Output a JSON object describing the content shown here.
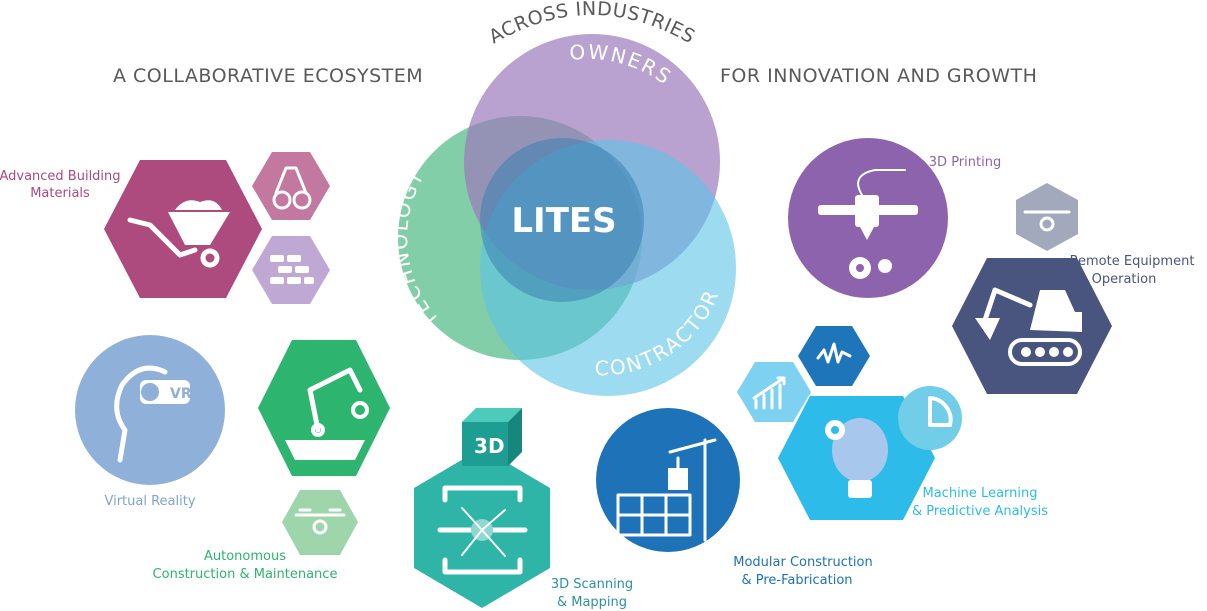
{
  "headings": {
    "left": "A COLLABORATIVE ECOSYSTEM",
    "top": "ACROSS INDUSTRIES",
    "right": "FOR INNOVATION AND GROWTH"
  },
  "venn": {
    "center": "LITES",
    "circles": [
      {
        "label": "TECHNOLOGY",
        "color": "#6cc59a"
      },
      {
        "label": "OWNERS",
        "color": "#9b7bbb"
      },
      {
        "label": "CONTRACTORS",
        "color": "#5cc3e8"
      }
    ]
  },
  "items": [
    {
      "label1": "Advanced Building",
      "label2": "Materials",
      "color": "#ad4a7e"
    },
    {
      "label1": "Virtual Reality",
      "color": "#8fb0d8"
    },
    {
      "label1": "Autonomous",
      "label2": "Construction & Maintenance",
      "color": "#2db46e"
    },
    {
      "label1": "3D Scanning",
      "label2": "& Mapping",
      "color": "#2fb5a8"
    },
    {
      "label1": "Modular Construction",
      "label2": "& Pre-Fabrication",
      "color": "#1e72b8"
    },
    {
      "label1": "Machine Learning",
      "label2": "& Predictive Analysis",
      "color": "#2dbbea"
    },
    {
      "label1": "3D Printing",
      "color": "#8e63ae"
    },
    {
      "label1": "Remote Equipment",
      "label2": "Operation",
      "color": "#4a557f"
    }
  ],
  "icon_text": {
    "vr": "VR",
    "three_d_3": "3",
    "three_d_d": "D"
  }
}
